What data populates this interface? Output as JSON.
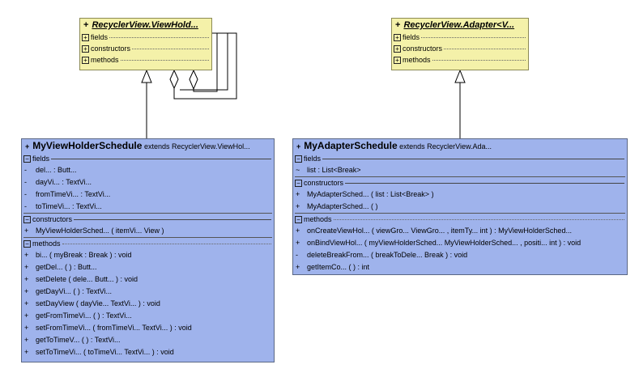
{
  "classes": {
    "viewholder": {
      "prefix": "+",
      "title": "RecyclerView.ViewHold...",
      "sections": [
        "fields",
        "constructors",
        "methods"
      ]
    },
    "adapter": {
      "prefix": "+",
      "title": "RecyclerView.Adapter<V...",
      "sections": [
        "fields",
        "constructors",
        "methods"
      ]
    },
    "myviewholder": {
      "prefix": "+",
      "name": "MyViewHolderSchedule",
      "extends": "extends  RecyclerView.ViewHol...",
      "fields_label": "fields",
      "fields": [
        {
          "vis": "-",
          "text": "del...   : Butt..."
        },
        {
          "vis": "-",
          "text": "dayVi...   : TextVi..."
        },
        {
          "vis": "-",
          "text": "fromTimeVi... : TextVi..."
        },
        {
          "vis": "-",
          "text": "toTimeVi...   : TextVi..."
        }
      ],
      "constructors_label": "constructors",
      "constructors": [
        {
          "vis": "+",
          "text": "MyViewHolderSched...   ( itemVi...     View )"
        }
      ],
      "methods_label": "methods",
      "methods": [
        {
          "vis": "+",
          "text": "bi...  ( myBreak : Break ) : void"
        },
        {
          "vis": "+",
          "text": "getDel...   ( ) : Butt..."
        },
        {
          "vis": "+",
          "text": "setDelete ( dele...   Butt... ) : void"
        },
        {
          "vis": "+",
          "text": "getDayVi...  ( ) : TextVi..."
        },
        {
          "vis": "+",
          "text": "setDayView ( dayVie...  TextVi... ) : void"
        },
        {
          "vis": "+",
          "text": "getFromTimeVi...   ( ) : TextVi..."
        },
        {
          "vis": "+",
          "text": "setFromTimeVi...   ( fromTimeVi...    TextVi... ) : void"
        },
        {
          "vis": "+",
          "text": "getToTimeV...   ( ) : TextVi..."
        },
        {
          "vis": "+",
          "text": "setToTimeVi...  ( toTimeVi...    TextVi...   ) : void"
        }
      ]
    },
    "myadapter": {
      "prefix": "+",
      "name": "MyAdapterSchedule",
      "extends": "extends  RecyclerView.Ada...",
      "fields_label": "fields",
      "fields": [
        {
          "vis": "~",
          "text": "list : List<Break>"
        }
      ],
      "constructors_label": "constructors",
      "constructors": [
        {
          "vis": "+",
          "text": "MyAdapterSched...   ( list : List<Break> )"
        },
        {
          "vis": "+",
          "text": "MyAdapterSched...   ( )"
        }
      ],
      "methods_label": "methods",
      "methods": [
        {
          "vis": "+",
          "text": "onCreateViewHol...   ( viewGro...   ViewGro... ,  itemTy...   int ) : MyViewHolderSched..."
        },
        {
          "vis": "+",
          "text": "onBindViewHol...  ( myViewHolderSched...    MyViewHolderSched...  ,  positi...   int ) : void"
        },
        {
          "vis": "-",
          "text": "deleteBreakFrom...  ( breakToDele...   Break ) : void"
        },
        {
          "vis": "+",
          "text": "getItemCo...   ( ) : int"
        }
      ]
    }
  },
  "colors": {
    "external_class": "#f4f1a9",
    "project_class": "#9fb3ec",
    "lines": "#000000"
  }
}
